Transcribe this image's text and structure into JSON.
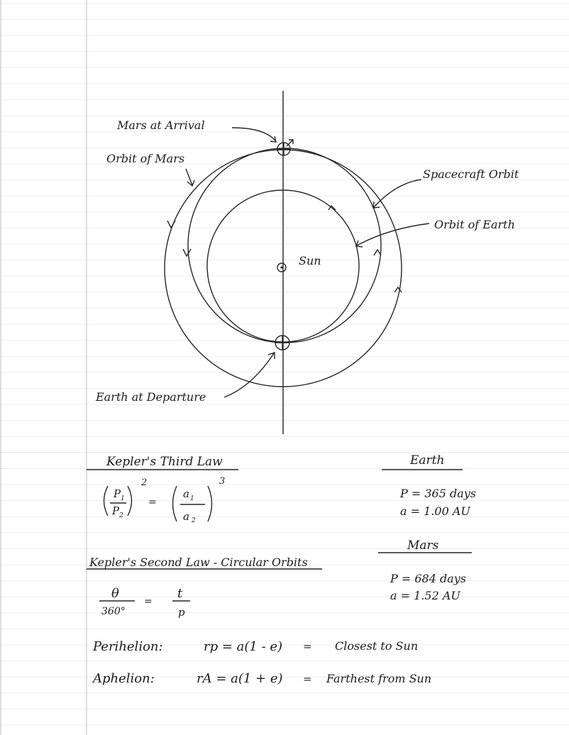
{
  "diagram": {
    "mars_arrival": "Mars at Arrival",
    "orbit_mars": "Orbit of Mars",
    "spacecraft_orbit": "Spacecraft Orbit",
    "orbit_earth": "Orbit of Earth",
    "sun": "Sun",
    "earth_departure": "Earth at Departure"
  },
  "kepler_third": {
    "heading": "Kepler's Third Law",
    "p1": "P",
    "p1_sub": "1",
    "p2": "P",
    "p2_sub": "2",
    "a1": "a",
    "a1_sub": "1",
    "a2": "a",
    "a2_sub": "2",
    "exp_left": "2",
    "exp_right": "3",
    "equals": "="
  },
  "kepler_second": {
    "heading": "Kepler's Second Law - Circular Orbits",
    "theta": "θ",
    "deg": "360°",
    "t": "t",
    "p": "p",
    "equals": "="
  },
  "perihelion": {
    "label": "Perihelion:",
    "formula": "rp = a(1 - e)",
    "equals": "=",
    "desc": "Closest to Sun"
  },
  "aphelion": {
    "label": "Aphelion:",
    "formula": "rA = a(1 + e)",
    "equals": "=",
    "desc": "Farthest from Sun"
  },
  "earth": {
    "heading": "Earth",
    "period": "P = 365 days",
    "axis": "a = 1.00 AU"
  },
  "mars": {
    "heading": "Mars",
    "period": "P = 684 days",
    "axis": "a = 1.52 AU"
  }
}
